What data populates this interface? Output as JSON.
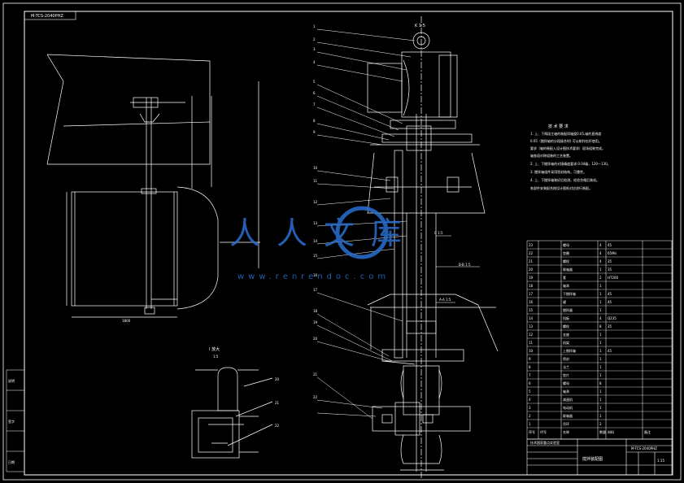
{
  "title_block": {
    "drawing_code": "M-TCS-2040PHZ",
    "company": "技术国家重点实验室",
    "drawing_name": "搅拌装配图",
    "scale": "1:15"
  },
  "side_labels": [
    "说明",
    "签字",
    "日期"
  ],
  "detail_view": {
    "title": "I 放大",
    "scale": "1:5"
  },
  "main_view_scale": "K 1:5",
  "technical_notes": {
    "heading": "技 术 要 求",
    "lines": [
      "1. 上、下两段主轴的装配同轴度0.05,轴的直线度",
      "    0.05（搅拌轴的分段接合时) 可以制作拉杆使用。",
      "    要求（轴的装配入设计图技术要求）现场组装完成。",
      "    轴各段对称组装的工艺装置。",
      "2. 上、下搅拌轴的对接精度要求:0.04级，120—130。",
      "3. 搅拌轴组件采用密封结构，可靠性。",
      "4. 上、下搅拌轴装好后检测，检验合格后装机。",
      "    各部件安装配合按设计图纸对应进行装配。"
    ]
  },
  "balloon_numbers": [
    "1",
    "2",
    "3",
    "4",
    "5",
    "6",
    "7",
    "8",
    "9",
    "10",
    "11",
    "12",
    "13",
    "14",
    "15",
    "16",
    "17",
    "18",
    "19",
    "20",
    "21",
    "22"
  ],
  "detail_balloons": [
    "20",
    "21",
    "22"
  ],
  "section_labels": [
    "B-B 1:5",
    "A-A 1:5",
    "C 1:5"
  ],
  "parts_table": {
    "headers": [
      "序号",
      "代号",
      "名称",
      "数量",
      "材料",
      "备注"
    ],
    "rows": [
      [
        "23",
        "",
        "螺母",
        "4",
        "45",
        ""
      ],
      [
        "22",
        "",
        "垫圈",
        "4",
        "65Mn",
        ""
      ],
      [
        "21",
        "",
        "螺栓",
        "4",
        "35",
        ""
      ],
      [
        "20",
        "",
        "联轴器",
        "1",
        "35",
        ""
      ],
      [
        "19",
        "",
        "套",
        "2",
        "HT200",
        ""
      ],
      [
        "18",
        "",
        "轴承",
        "1",
        "",
        ""
      ],
      [
        "17",
        "",
        "下搅拌轴",
        "1",
        "45",
        ""
      ],
      [
        "16",
        "",
        "键",
        "1",
        "45",
        ""
      ],
      [
        "15",
        "",
        "搅拌器",
        "1",
        "",
        ""
      ],
      [
        "14",
        "",
        "挡板",
        "4",
        "Q235",
        ""
      ],
      [
        "13",
        "",
        "螺栓",
        "8",
        "35",
        ""
      ],
      [
        "12",
        "",
        "支座",
        "1",
        "",
        ""
      ],
      [
        "11",
        "",
        "机架",
        "1",
        "",
        ""
      ],
      [
        "10",
        "",
        "上搅拌轴",
        "1",
        "45",
        ""
      ],
      [
        "9",
        "",
        "密封",
        "1",
        "",
        ""
      ],
      [
        "8",
        "",
        "法兰",
        "1",
        "",
        ""
      ],
      [
        "7",
        "",
        "垫片",
        "1",
        "",
        ""
      ],
      [
        "6",
        "",
        "螺母",
        "8",
        "",
        ""
      ],
      [
        "5",
        "",
        "轴承",
        "1",
        "",
        ""
      ],
      [
        "4",
        "",
        "减速机",
        "1",
        "",
        ""
      ],
      [
        "3",
        "",
        "电动机",
        "1",
        "",
        ""
      ],
      [
        "2",
        "",
        "联轴器",
        "1",
        "",
        ""
      ],
      [
        "1",
        "",
        "吊环",
        "2",
        "",
        ""
      ]
    ]
  },
  "watermark": {
    "main": "人人文库",
    "url": "www.renrendoc.com"
  },
  "colors": {
    "background": "#000000",
    "lines": "#ffffff",
    "watermark": "#2a6fd0"
  }
}
